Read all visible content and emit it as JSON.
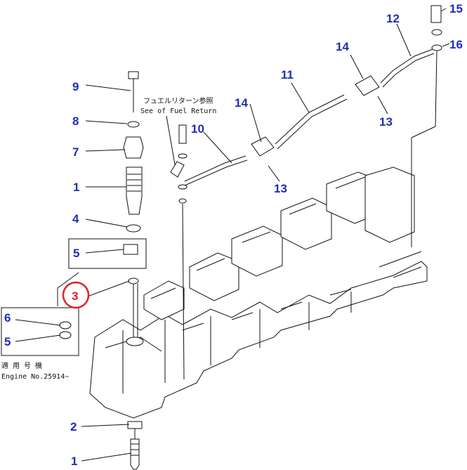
{
  "callouts": {
    "c1_top": "1",
    "c1_bottom": "1",
    "c2": "2",
    "c3": "3",
    "c4": "4",
    "c5_upper": "5",
    "c5_lower": "5",
    "c6": "6",
    "c7": "7",
    "c8": "8",
    "c9": "9",
    "c10": "10",
    "c11": "11",
    "c12": "12",
    "c13_left": "13",
    "c13_right": "13",
    "c14_left": "14",
    "c14_right": "14",
    "c15": "15",
    "c16": "16"
  },
  "notes": {
    "fuel_return_jp": "フュエルリターン参照",
    "fuel_return_en": "See of Fuel Return",
    "applicable_jp": "適 用 号 機",
    "engine_no": "Engine No.25914~"
  },
  "colors": {
    "callout": "#1f2fb4",
    "highlight": "#e0202a",
    "line": "#111111"
  }
}
